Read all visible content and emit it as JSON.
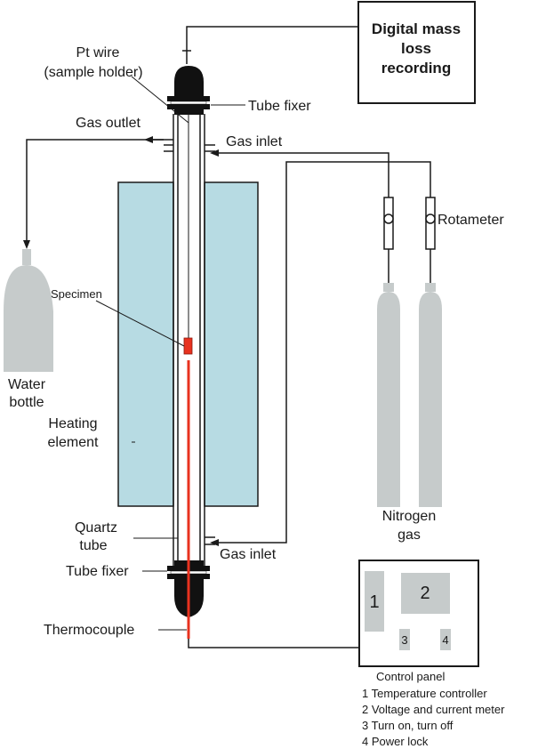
{
  "labels": {
    "pt_wire_1": "Pt wire",
    "pt_wire_2": "(sample holder)",
    "tube_fixer_top": "Tube fixer",
    "tube_fixer_bottom": "Tube fixer",
    "gas_outlet": "Gas outlet",
    "gas_inlet_top": "Gas inlet",
    "gas_inlet_bottom": "Gas inlet",
    "specimen": "Specimen",
    "water_bottle_1": "Water",
    "water_bottle_2": "bottle",
    "heating_element_1": "Heating",
    "heating_element_2": "element",
    "quartz_tube_1": "Quartz",
    "quartz_tube_2": "tube",
    "thermocouple": "Thermocouple",
    "rotameter": "Rotameter",
    "nitrogen_gas_1": "Nitrogen",
    "nitrogen_gas_2": "gas",
    "digital_mass_1": "Digital mass",
    "digital_mass_2": "loss",
    "digital_mass_3": "recording"
  },
  "control_panel": {
    "title": "Control panel",
    "box_1": "1",
    "box_2": "2",
    "box_3": "3",
    "box_4": "4",
    "legend": [
      "1 Temperature controller",
      "2 Voltage and current meter",
      "3 Turn on, turn off",
      "4 Power lock"
    ]
  },
  "colors": {
    "heater_fill": "#b7dbe3",
    "cylinder_fill": "#c6cbcb",
    "specimen_red": "#e8321f",
    "fixer_black": "#111111",
    "line": "#1a1a1a"
  }
}
